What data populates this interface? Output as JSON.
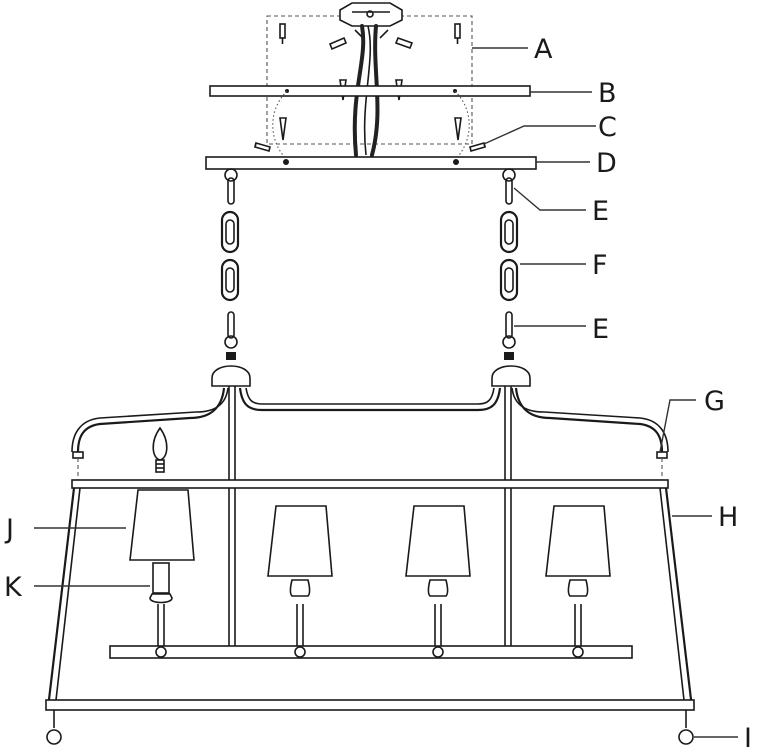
{
  "labels": {
    "A": "A",
    "B": "B",
    "C": "C",
    "D": "D",
    "E_upper": "E",
    "F": "F",
    "E_lower": "E",
    "G": "G",
    "H": "H",
    "J": "J",
    "K": "K",
    "I": "I"
  },
  "colors": {
    "line": "#1a1a1a",
    "background": "#ffffff"
  }
}
